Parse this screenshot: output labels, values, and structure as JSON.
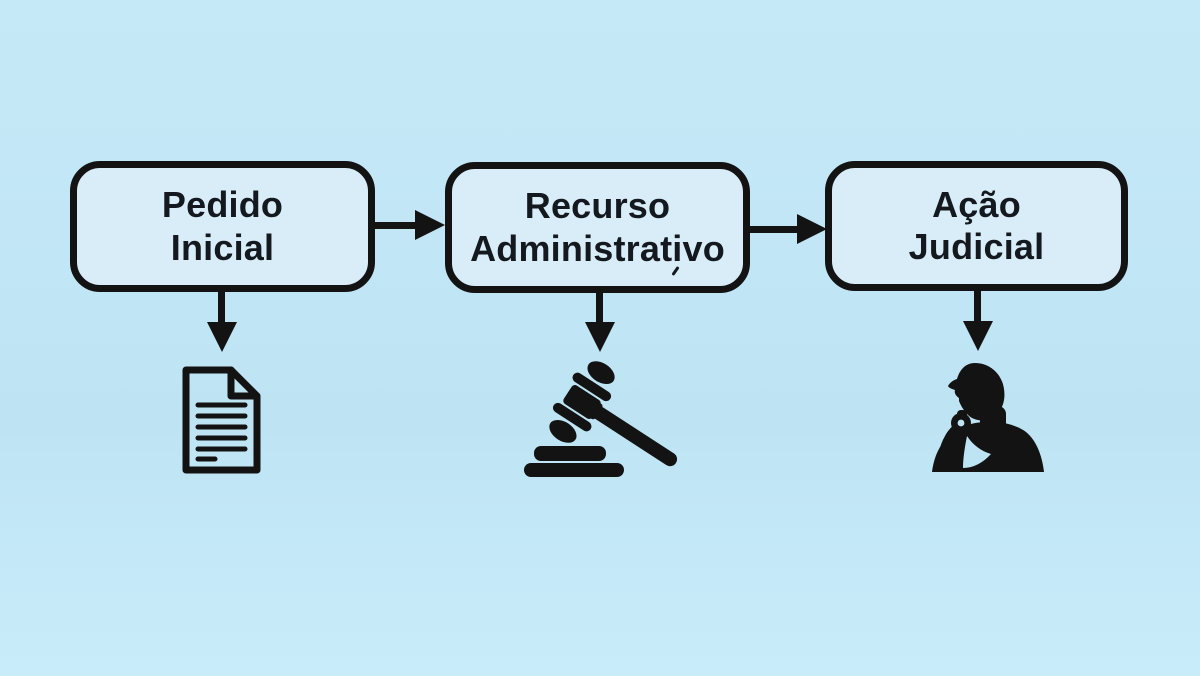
{
  "colors": {
    "bg": "#c6e9f7",
    "bg2": "#bee4f4",
    "bg3": "#c9ecfa",
    "box-fill": "#d8edf8",
    "line": "#131313",
    "ink": "#14181f"
  },
  "diagram": {
    "nodes": [
      {
        "id": "pedido-inicial",
        "line1": "Pedido",
        "line2": "Inicial",
        "icon": "document-icon"
      },
      {
        "id": "recurso-administrativo",
        "line1": "Recurso",
        "line2": "Administrativo",
        "icon": "gavel-icon"
      },
      {
        "id": "acao-judicial",
        "line1": "Ação",
        "line2": "Judicial",
        "icon": "thinking-person-icon"
      }
    ],
    "connections": [
      {
        "from": "pedido-inicial",
        "to": "recurso-administrativo",
        "type": "arrow-right"
      },
      {
        "from": "recurso-administrativo",
        "to": "acao-judicial",
        "type": "arrow-right"
      },
      {
        "from": "pedido-inicial",
        "to": "document-icon",
        "type": "arrow-down"
      },
      {
        "from": "recurso-administrativo",
        "to": "gavel-icon",
        "type": "arrow-down"
      },
      {
        "from": "acao-judicial",
        "to": "thinking-person-icon",
        "type": "arrow-down"
      }
    ]
  }
}
